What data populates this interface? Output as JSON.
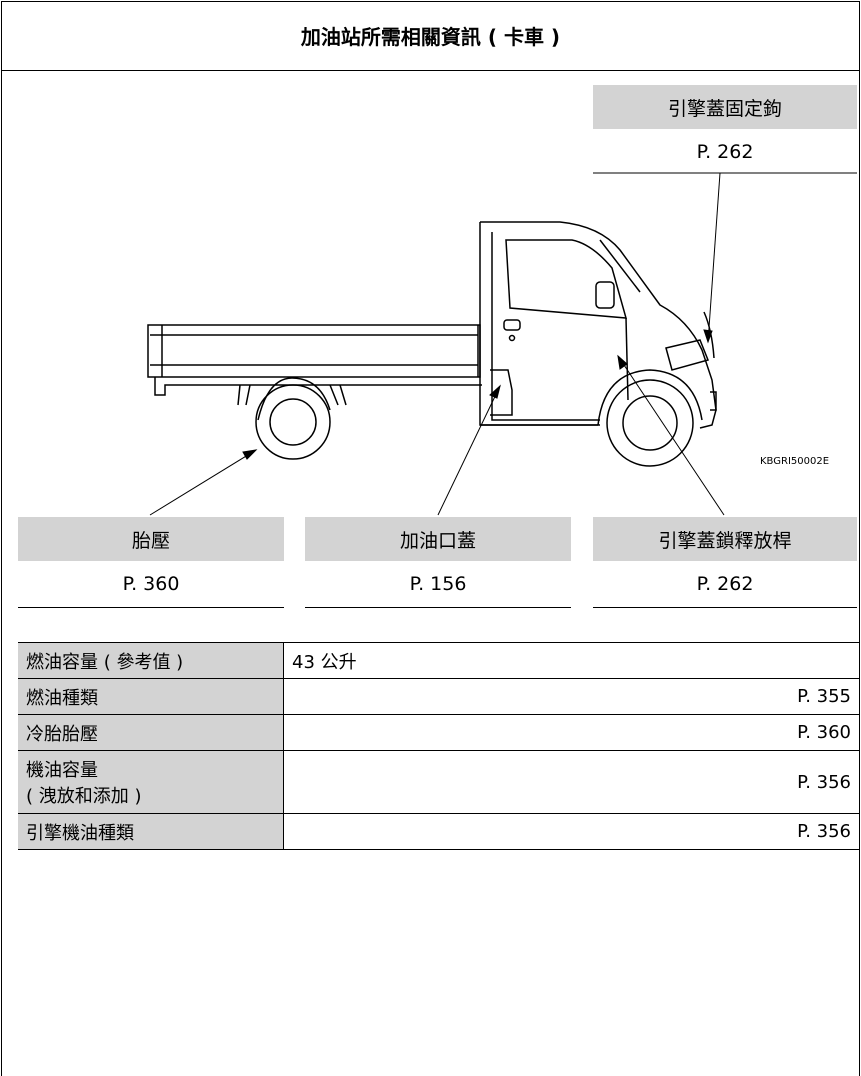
{
  "title": "加油站所需相關資訊 ( 卡車 )",
  "callouts": {
    "hood_hook": {
      "label": "引擎蓋固定鉤",
      "page": "P. 262"
    },
    "tire_pressure": {
      "label": "胎壓",
      "page": "P. 360"
    },
    "fuel_door": {
      "label": "加油口蓋",
      "page": "P. 156"
    },
    "hood_release": {
      "label": "引擎蓋鎖釋放桿",
      "page": "P. 262"
    }
  },
  "figure_code": "KBGRI50002E",
  "specs": [
    {
      "label": "燃油容量 ( 參考值 )",
      "value": "43 公升"
    },
    {
      "label": "燃油種類",
      "value": "P. 355"
    },
    {
      "label": "冷胎胎壓",
      "value": "P. 360"
    },
    {
      "label": "機油容量\n( 洩放和添加 )",
      "value": "P. 356"
    },
    {
      "label": "引擎機油種類",
      "value": "P. 356"
    }
  ]
}
